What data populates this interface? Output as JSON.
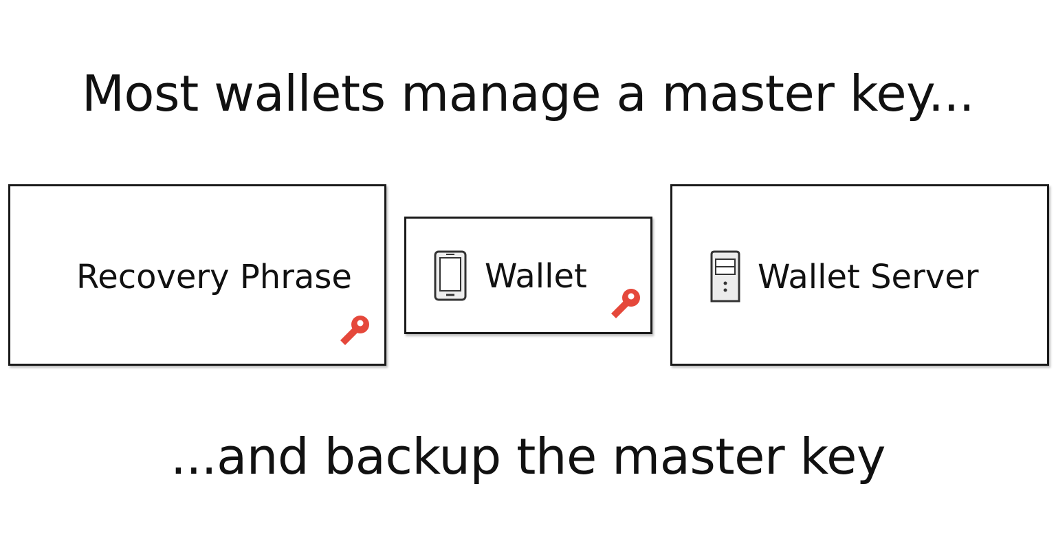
{
  "title": "Most wallets manage a master key...",
  "subtitle": "...and backup the master key",
  "boxes": {
    "recovery": {
      "label": "Recovery Phrase",
      "has_key": true
    },
    "wallet": {
      "label": "Wallet",
      "icon": "phone-icon",
      "has_key": true
    },
    "server": {
      "label": "Wallet Server",
      "icon": "server-icon",
      "has_key": false
    }
  },
  "colors": {
    "key": "#e5483b",
    "border": "#1a1a1a",
    "text": "#111111"
  }
}
